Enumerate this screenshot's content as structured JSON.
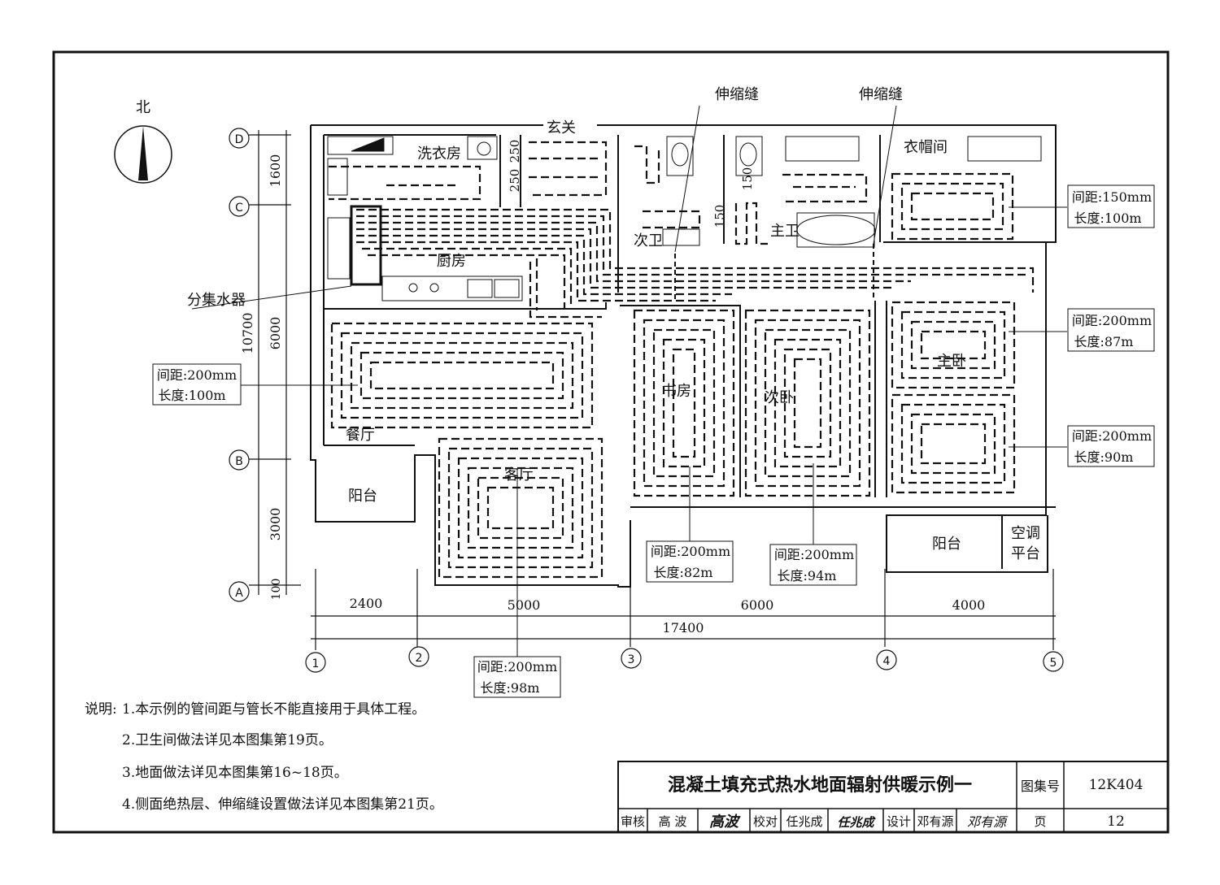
{
  "compass": {
    "north": "北"
  },
  "grid_axes": {
    "rows": [
      "D",
      "C",
      "B",
      "A"
    ],
    "cols": [
      "1",
      "2",
      "3",
      "4",
      "5"
    ]
  },
  "dims": {
    "left": [
      "1600",
      "6000",
      "3000",
      "100"
    ],
    "total_left": "10700",
    "bottom": [
      "2400",
      "5000",
      "6000",
      "4000"
    ],
    "total_bottom": "17400",
    "small": [
      "250",
      "250",
      "150",
      "150"
    ]
  },
  "rooms": {
    "xuanguan": "玄关",
    "laundry": "洗衣房",
    "kitchen": "厨房",
    "dining": "餐厅",
    "balcony_w": "阳台",
    "living": "客厅",
    "study": "书房",
    "second_bed": "次卧",
    "master_bed": "主卧",
    "second_bath": "次卫",
    "master_bath": "主卫",
    "cloakroom": "衣帽间",
    "balcony_e": "阳台",
    "ac_platform_1": "空调",
    "ac_platform_2": "平台"
  },
  "annotations": {
    "manifold": "分集水器",
    "joint1": "伸缩缝",
    "joint2": "伸缩缝"
  },
  "loops": [
    {
      "spacing": "间距:200mm",
      "length": "长度:100m"
    },
    {
      "spacing": "间距:200mm",
      "length": "长度:98m"
    },
    {
      "spacing": "间距:200mm",
      "length": "长度:82m"
    },
    {
      "spacing": "间距:200mm",
      "length": "长度:94m"
    },
    {
      "spacing": "间距:150mm",
      "length": "长度:100m"
    },
    {
      "spacing": "间距:200mm",
      "length": "长度:87m"
    },
    {
      "spacing": "间距:200mm",
      "length": "长度:90m"
    }
  ],
  "notes": {
    "head": "说明:",
    "items": [
      "1.本示例的管间距与管长不能直接用于具体工程。",
      "2.卫生间做法详见本图集第19页。",
      "3.地面做法详见本图集第16~18页。",
      "4.侧面绝热层、伸缩缝设置做法详见本图集第21页。"
    ]
  },
  "title_block": {
    "title": "混凝土填充式热水地面辐射供暖示例一",
    "atlas_label": "图集号",
    "atlas_no": "12K404",
    "review_label": "审核",
    "review_name": "高 波",
    "check_label": "校对",
    "check_name": "任兆成",
    "design_label": "设计",
    "design_name": "邓有源",
    "page_label": "页",
    "page_no": "12"
  }
}
